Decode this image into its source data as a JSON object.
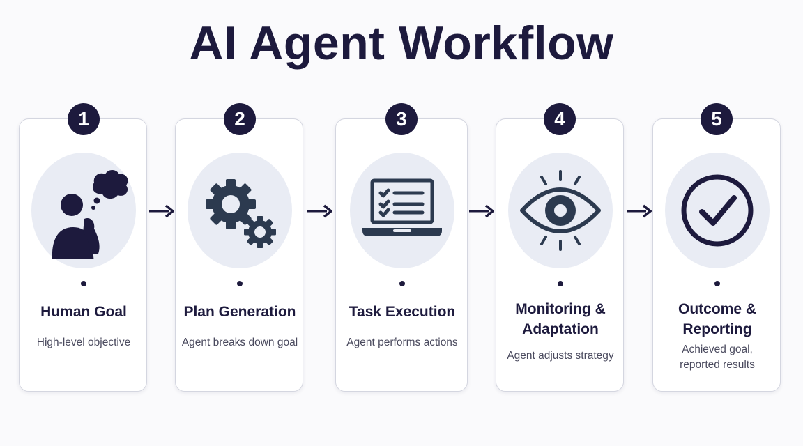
{
  "title": "AI Agent Workflow",
  "colors": {
    "navy": "#1d1a3d",
    "icon": "#2c3a4f",
    "icon_circle": "#e9ecf4",
    "card_border": "#d4d6e0"
  },
  "steps": [
    {
      "number": "1",
      "icon": "thinking-person-icon",
      "title": "Human Goal",
      "description": "High-level objective"
    },
    {
      "number": "2",
      "icon": "gears-icon",
      "title": "Plan Generation",
      "description": "Agent breaks down goal"
    },
    {
      "number": "3",
      "icon": "laptop-checklist-icon",
      "title": "Task Execution",
      "description": "Agent performs actions"
    },
    {
      "number": "4",
      "icon": "eye-icon",
      "title": "Monitoring & Adaptation",
      "description": "Agent adjusts strategy"
    },
    {
      "number": "5",
      "icon": "check-circle-icon",
      "title": "Outcome & Reporting",
      "description": "Achieved goal, reported results"
    }
  ]
}
